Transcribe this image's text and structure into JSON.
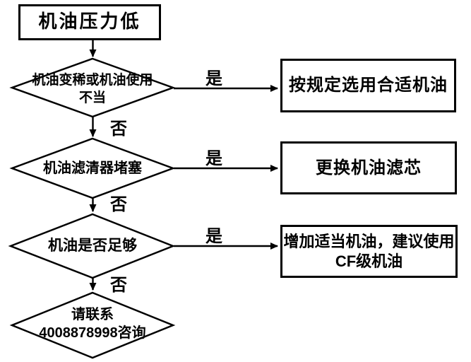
{
  "flowchart": {
    "start": {
      "label": "机油压力低"
    },
    "decisions": [
      {
        "line1": "机油变稀或机油使用",
        "line2": "不当"
      },
      {
        "line1": "机油滤清器堵塞"
      },
      {
        "line1": "机油是否足够"
      },
      {
        "line1": "请联系",
        "phone": "4008878998",
        "suffix": "咨询"
      }
    ],
    "actions": [
      {
        "label": "按规定选用合适机油"
      },
      {
        "label": "更换机油滤芯"
      },
      {
        "line1": "增加适当机油，建议使用",
        "cf": "CF",
        "line2_rest": "级机油"
      }
    ],
    "edge_labels": {
      "yes": "是",
      "no": "否"
    },
    "colors": {
      "line": "#000000",
      "background": "#ffffff",
      "text": "#000000"
    }
  }
}
